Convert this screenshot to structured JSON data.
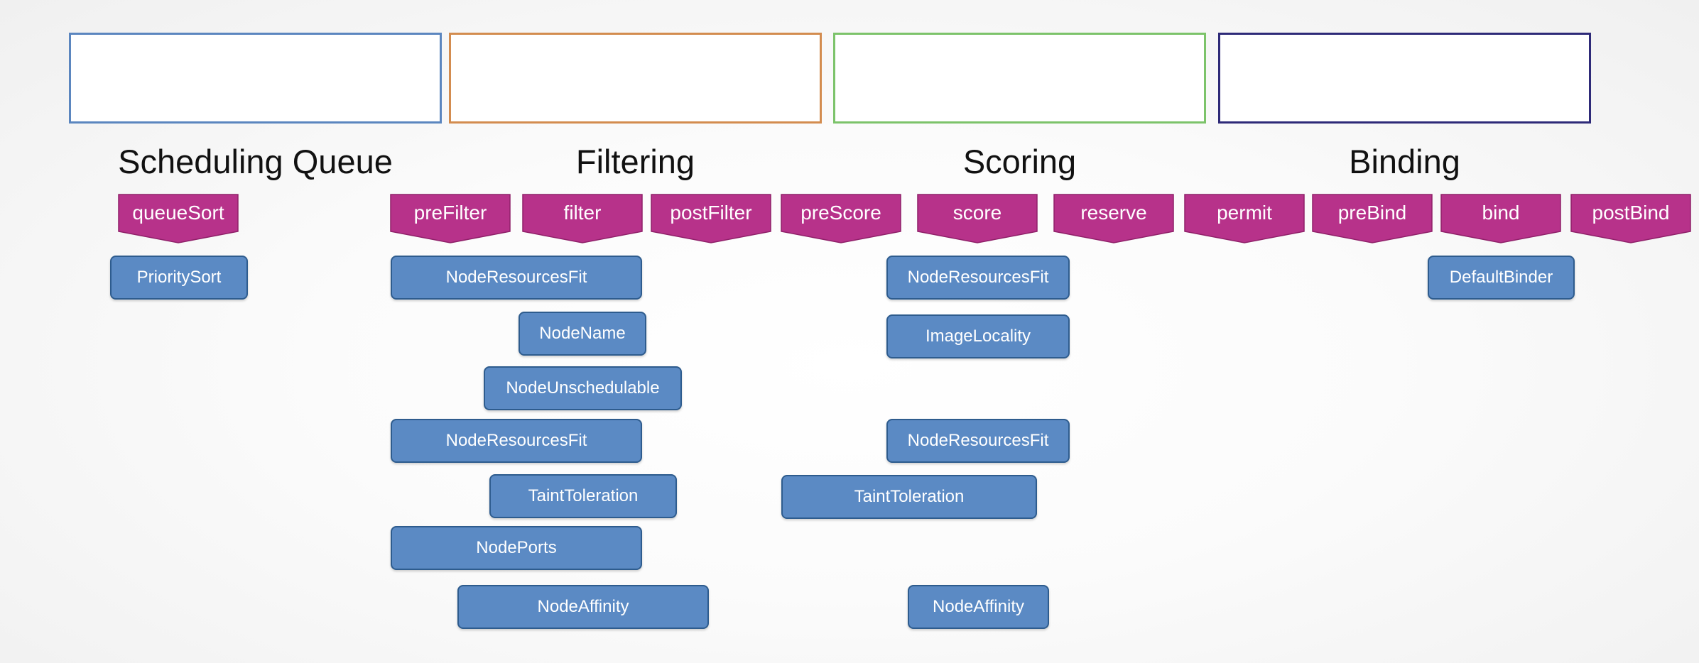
{
  "colors": {
    "scheduling_queue_border": "#5b86bf",
    "filtering_border": "#d38c4f",
    "scoring_border": "#7cc36a",
    "binding_border": "#2e2a78",
    "extension_point_fill": "#b7328a",
    "plugin_fill": "#5b8ac4",
    "plugin_border": "#2e5c8e"
  },
  "stages": [
    {
      "id": "scheduling-queue",
      "label": "Scheduling Queue"
    },
    {
      "id": "filtering",
      "label": "Filtering"
    },
    {
      "id": "scoring",
      "label": "Scoring"
    },
    {
      "id": "binding",
      "label": "Binding"
    }
  ],
  "extension_points": [
    {
      "id": "queueSort",
      "label": "queueSort"
    },
    {
      "id": "preFilter",
      "label": "preFilter"
    },
    {
      "id": "filter",
      "label": "filter"
    },
    {
      "id": "postFilter",
      "label": "postFilter"
    },
    {
      "id": "preScore",
      "label": "preScore"
    },
    {
      "id": "score",
      "label": "score"
    },
    {
      "id": "reserve",
      "label": "reserve"
    },
    {
      "id": "permit",
      "label": "permit"
    },
    {
      "id": "preBind",
      "label": "preBind"
    },
    {
      "id": "bind",
      "label": "bind"
    },
    {
      "id": "postBind",
      "label": "postBind"
    }
  ],
  "plugins": [
    {
      "label": "PrioritySort"
    },
    {
      "label": "NodeResourcesFit"
    },
    {
      "label": "NodeName"
    },
    {
      "label": "NodeUnschedulable"
    },
    {
      "label": "NodeResourcesFit"
    },
    {
      "label": "TaintToleration"
    },
    {
      "label": "NodePorts"
    },
    {
      "label": "NodeAffinity"
    },
    {
      "label": "NodeResourcesFit"
    },
    {
      "label": "ImageLocality"
    },
    {
      "label": "NodeResourcesFit"
    },
    {
      "label": "TaintToleration"
    },
    {
      "label": "NodeAffinity"
    },
    {
      "label": "DefaultBinder"
    }
  ]
}
